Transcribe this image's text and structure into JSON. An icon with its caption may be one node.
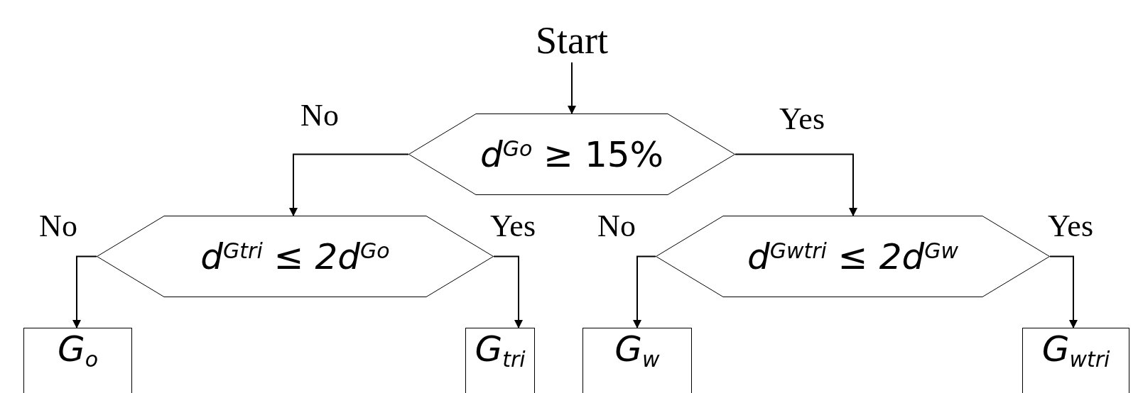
{
  "diagram": {
    "nodes": [
      {
        "text": [
          "Start"
        ]
      },
      {
        "text": [
          "*d*$^{Go}$ ≥ 15%"
        ]
      },
      {
        "text": [
          "*d*$^{Gtri}$ ≤ *2d*$^{Go}$"
        ]
      },
      {
        "text": [
          "*d*$^{Gwtri}$ ≤ *2d*$^{Gw}$"
        ]
      },
      {
        "text": [
          "*G*$_{o}$"
        ]
      },
      {
        "text": [
          "*G*$_{tri}$"
        ]
      },
      {
        "text": [
          "*G*$_{w}$"
        ]
      },
      {
        "text": [
          "*G*$_{wtri}$"
        ]
      }
    ],
    "edges": [
      {
        "from": 0,
        "to": 1,
        "arrow": "to"
      },
      {
        "from": 1,
        "to": 2,
        "arrow": "to",
        "label": "No"
      },
      {
        "from": 1,
        "to": 3,
        "arrow": "to",
        "label": "Yes"
      },
      {
        "from": 2,
        "to": 4,
        "arrow": "to",
        "label": "No"
      },
      {
        "from": 2,
        "to": 5,
        "arrow": "to",
        "label": "Yes"
      },
      {
        "from": 3,
        "to": 6,
        "arrow": "to",
        "label": "No"
      },
      {
        "from": 3,
        "to": 7,
        "arrow": "to",
        "label": "Yes"
      }
    ]
  }
}
